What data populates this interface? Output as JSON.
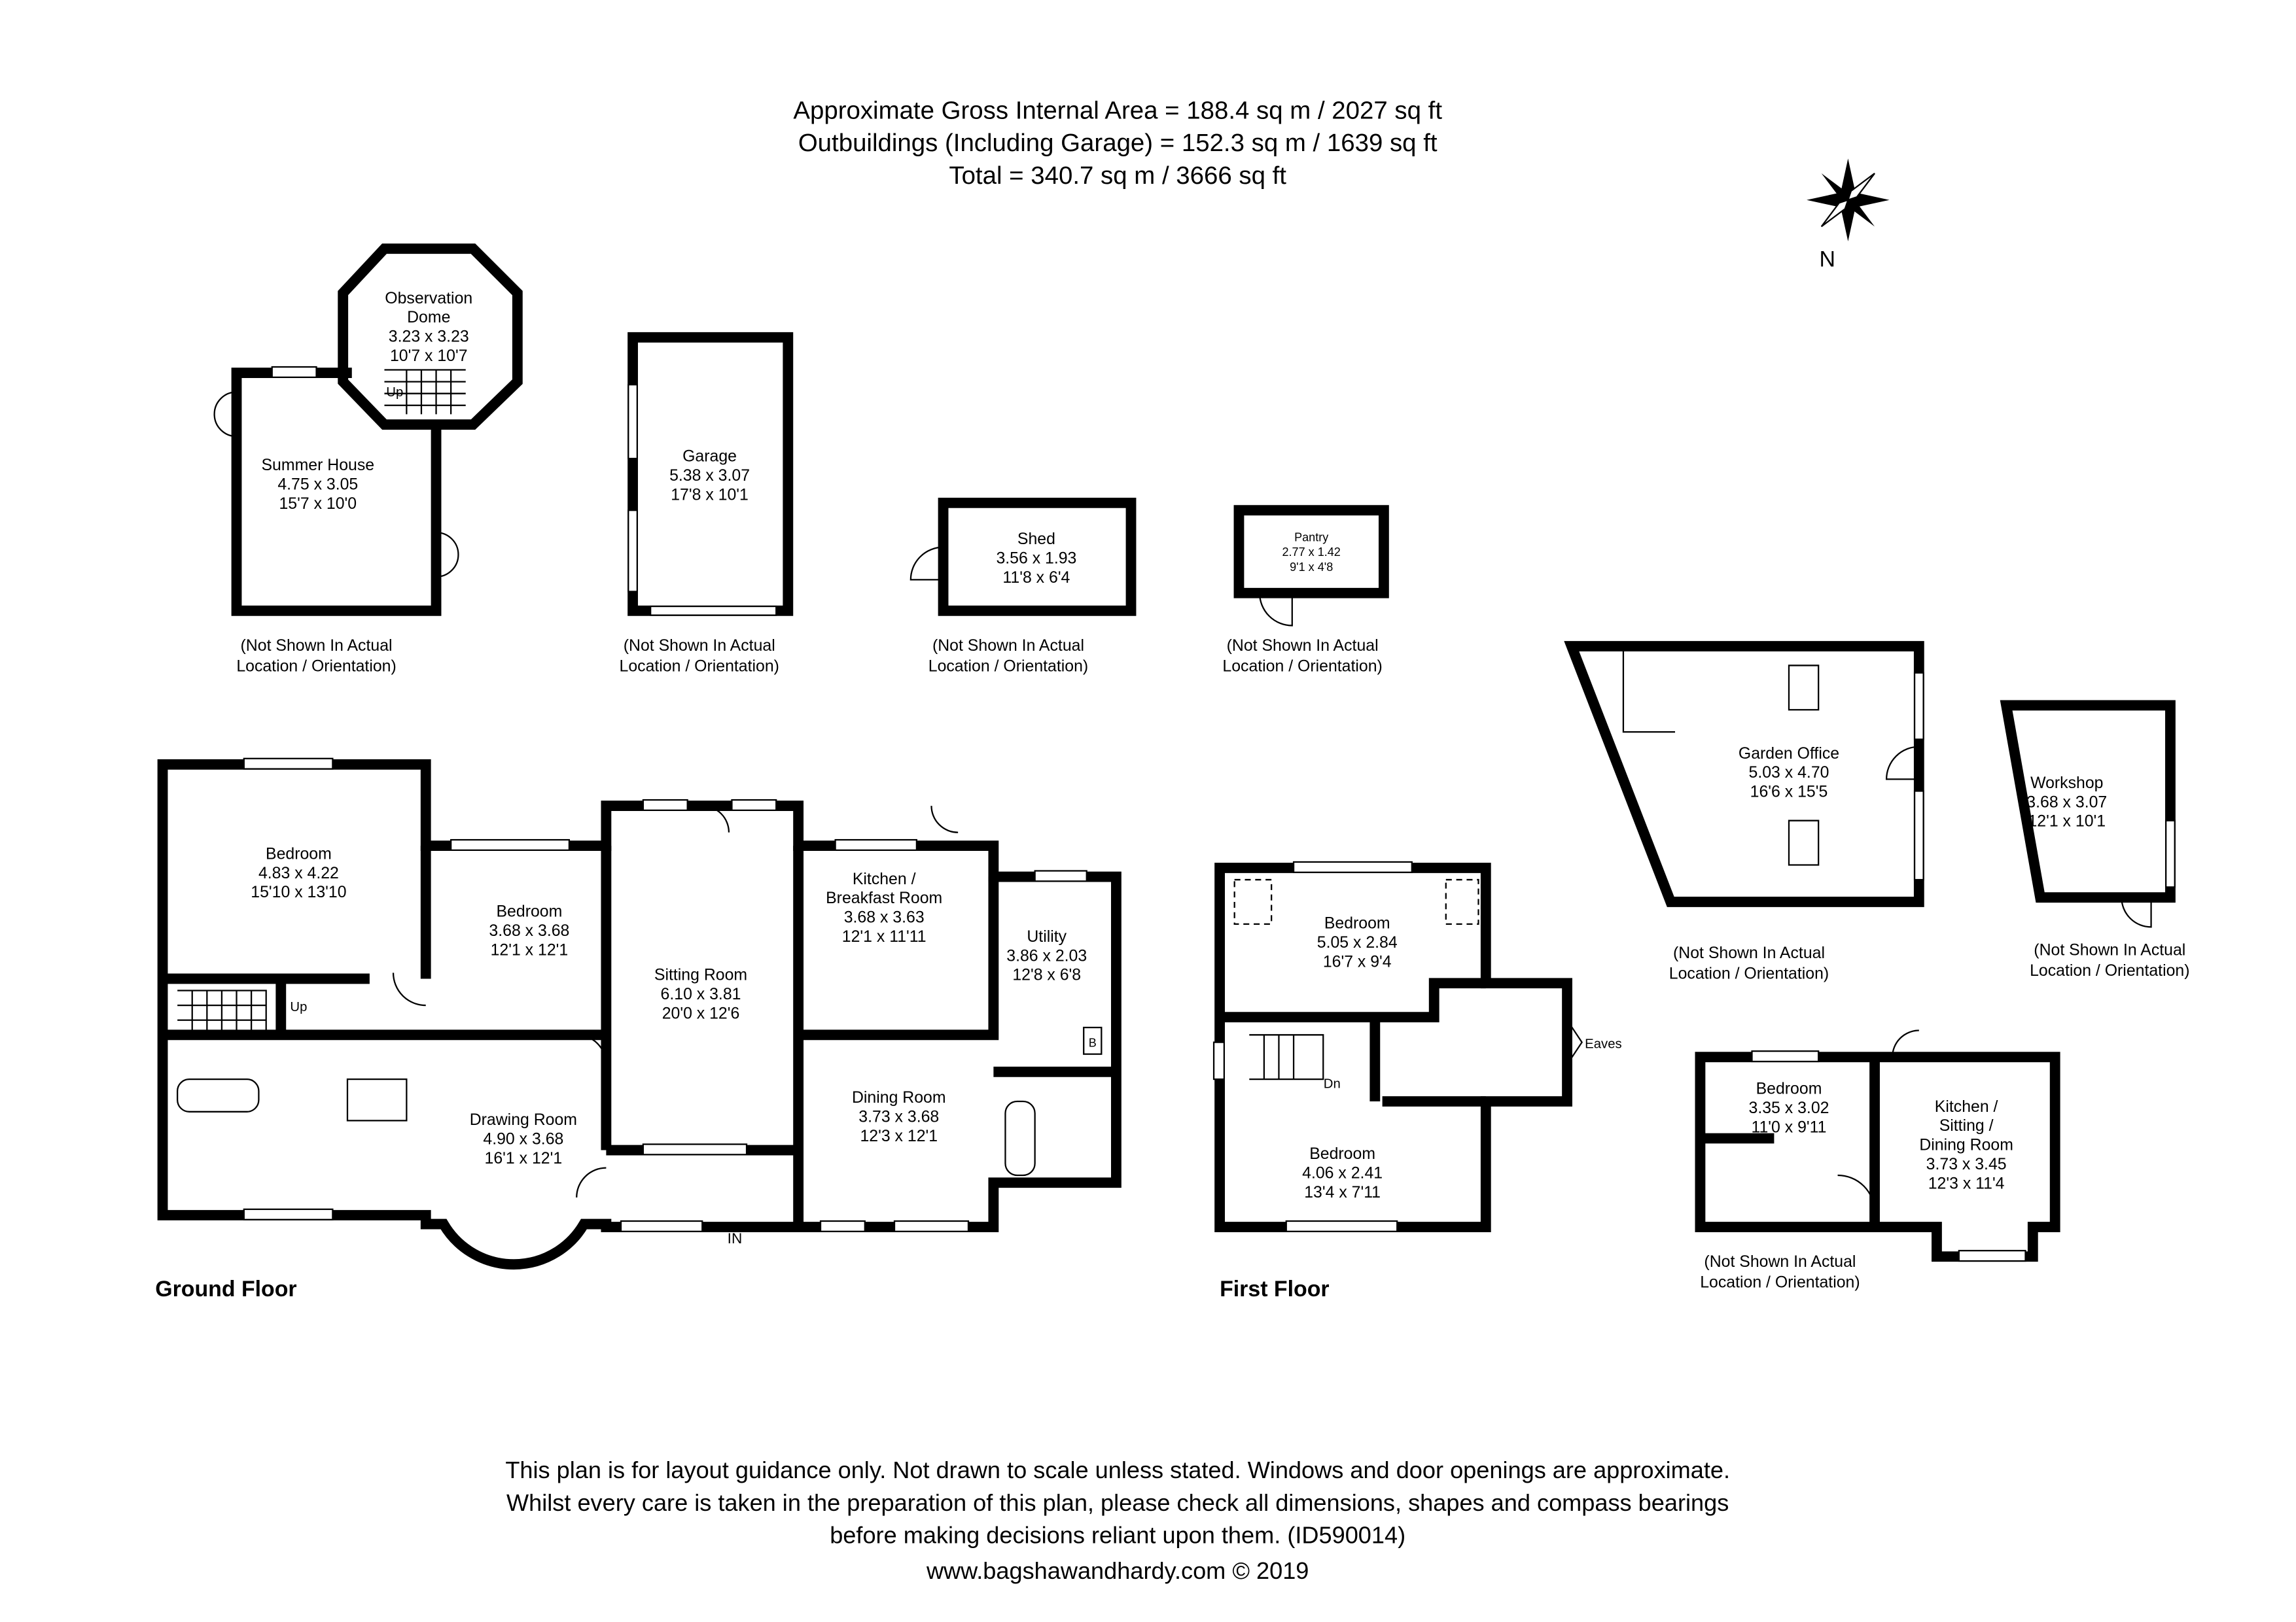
{
  "header": {
    "lines": [
      "Approximate Gross Internal Area = 188.4 sq m / 2027 sq ft",
      "Outbuildings (Including Garage) = 152.3 sq m / 1639 sq ft",
      "Total = 340.7 sq m / 3666 sq ft"
    ]
  },
  "compass": {
    "icon": "compass-rose-icon",
    "label": "N"
  },
  "rooms": [
    {
      "id": "observation-dome",
      "lines": [
        "Observation",
        "Dome",
        "3.23 x 3.23",
        "10'7 x 10'7"
      ]
    },
    {
      "id": "summer-house",
      "lines": [
        "Summer House",
        "4.75 x 3.05",
        "15'7 x 10'0"
      ]
    },
    {
      "id": "garage",
      "lines": [
        "Garage",
        "5.38 x 3.07",
        "17'8 x 10'1"
      ]
    },
    {
      "id": "shed",
      "lines": [
        "Shed",
        "3.56 x 1.93",
        "11'8 x 6'4"
      ]
    },
    {
      "id": "pantry",
      "lines": [
        "Pantry",
        "2.77 x 1.42",
        "9'1 x 4'8"
      ]
    },
    {
      "id": "garden-office",
      "lines": [
        "Garden Office",
        "5.03 x 4.70",
        "16'6 x 15'5"
      ]
    },
    {
      "id": "workshop",
      "lines": [
        "Workshop",
        "3.68 x 3.07",
        "12'1 x 10'1"
      ]
    },
    {
      "id": "gf-bedroom-1",
      "lines": [
        "Bedroom",
        "4.83 x 4.22",
        "15'10 x 13'10"
      ]
    },
    {
      "id": "gf-bedroom-2",
      "lines": [
        "Bedroom",
        "3.68 x 3.68",
        "12'1 x 12'1"
      ]
    },
    {
      "id": "sitting-room",
      "lines": [
        "Sitting Room",
        "6.10 x 3.81",
        "20'0 x 12'6"
      ]
    },
    {
      "id": "kitchen-breakfast",
      "lines": [
        "Kitchen /",
        "Breakfast Room",
        "3.68 x 3.63",
        "12'1 x 11'11"
      ]
    },
    {
      "id": "utility",
      "lines": [
        "Utility",
        "3.86 x 2.03",
        "12'8 x 6'8"
      ]
    },
    {
      "id": "drawing-room",
      "lines": [
        "Drawing Room",
        "4.90 x 3.68",
        "16'1 x 12'1"
      ]
    },
    {
      "id": "dining-room",
      "lines": [
        "Dining Room",
        "3.73 x 3.68",
        "12'3 x 12'1"
      ]
    },
    {
      "id": "ff-bedroom-1",
      "lines": [
        "Bedroom",
        "5.05 x 2.84",
        "16'7 x 9'4"
      ]
    },
    {
      "id": "ff-bedroom-2",
      "lines": [
        "Bedroom",
        "4.06 x 2.41",
        "13'4 x 7'11"
      ]
    },
    {
      "id": "annex-bedroom",
      "lines": [
        "Bedroom",
        "3.35 x 3.02",
        "11'0 x 9'11"
      ]
    },
    {
      "id": "annex-kitchen",
      "lines": [
        "Kitchen /",
        "Sitting /",
        "Dining Room",
        "3.73 x 3.45",
        "12'3 x 11'4"
      ]
    }
  ],
  "labels": {
    "up_summer": "Up",
    "up_ground": "Up",
    "dn_first": "Dn",
    "eaves": "Eaves",
    "entrance": "IN",
    "boiler": "B"
  },
  "caption": [
    "(Not Shown In Actual",
    "Location / Orientation)"
  ],
  "floors": {
    "ground": "Ground Floor",
    "first": "First Floor"
  },
  "footer": {
    "lines": [
      "This plan is for layout guidance only. Not drawn to scale unless stated. Windows and door openings are approximate.",
      "Whilst every care is taken in the preparation of this plan, please check all dimensions, shapes and compass bearings",
      "before making decisions reliant upon them. (ID590014)",
      "www.bagshawandhardy.com © 2019"
    ]
  }
}
